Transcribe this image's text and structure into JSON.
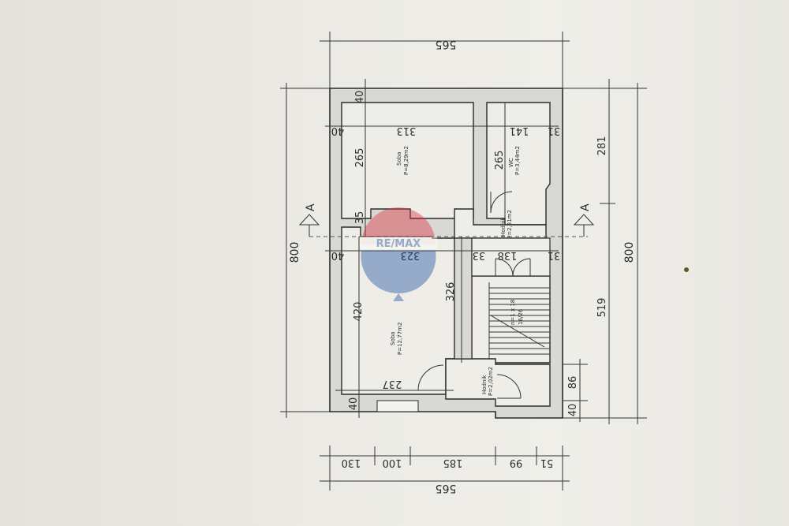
{
  "plan": {
    "dims": {
      "top_overall": "565",
      "bottom_overall": "565",
      "left_overall": "800",
      "right_overall": "800",
      "right_upper": "281",
      "right_lower": "519",
      "right_86": "86",
      "right_40": "40",
      "bottom_130": "130",
      "bottom_100": "100",
      "bottom_185": "185",
      "bottom_99": "99",
      "bottom_51": "51",
      "room1_w": "313",
      "room1_h": "265",
      "wc_w": "141",
      "wc_h": "265",
      "room2_w": "323",
      "room2_h": "420",
      "stair_h": "326",
      "dim_33": "33",
      "dim_138": "138",
      "dim_237": "237",
      "wall_40_top": "40",
      "wall_40_left_a": "40",
      "wall_40_left_b": "40",
      "wall_40_bottom": "40",
      "wall_35": "35",
      "wall_31_a": "31",
      "wall_31_b": "31"
    },
    "rooms": {
      "soba1_name": "Soba",
      "soba1_area": "P=8,29m2",
      "wc_name": "WC",
      "wc_area": "P=3,44m2",
      "hodnik1_name": "Hodnik",
      "hodnik1_area": "P=2,31m2",
      "soba2_name": "Soba",
      "soba2_area": "P=12,77m2",
      "hodnik2_name": "Hodnik",
      "hodnik2_area": "P=2,02m2",
      "stair_note1": "n=1 x 18",
      "stair_note2": "16/26"
    },
    "section": {
      "left": "A",
      "right": "A"
    },
    "watermark": "RE/MAX"
  },
  "colors": {
    "paper": "#ecebe5",
    "ink": "#2a2a2a",
    "remax_red": "#d9333f",
    "remax_blue": "#1f4fa0"
  }
}
